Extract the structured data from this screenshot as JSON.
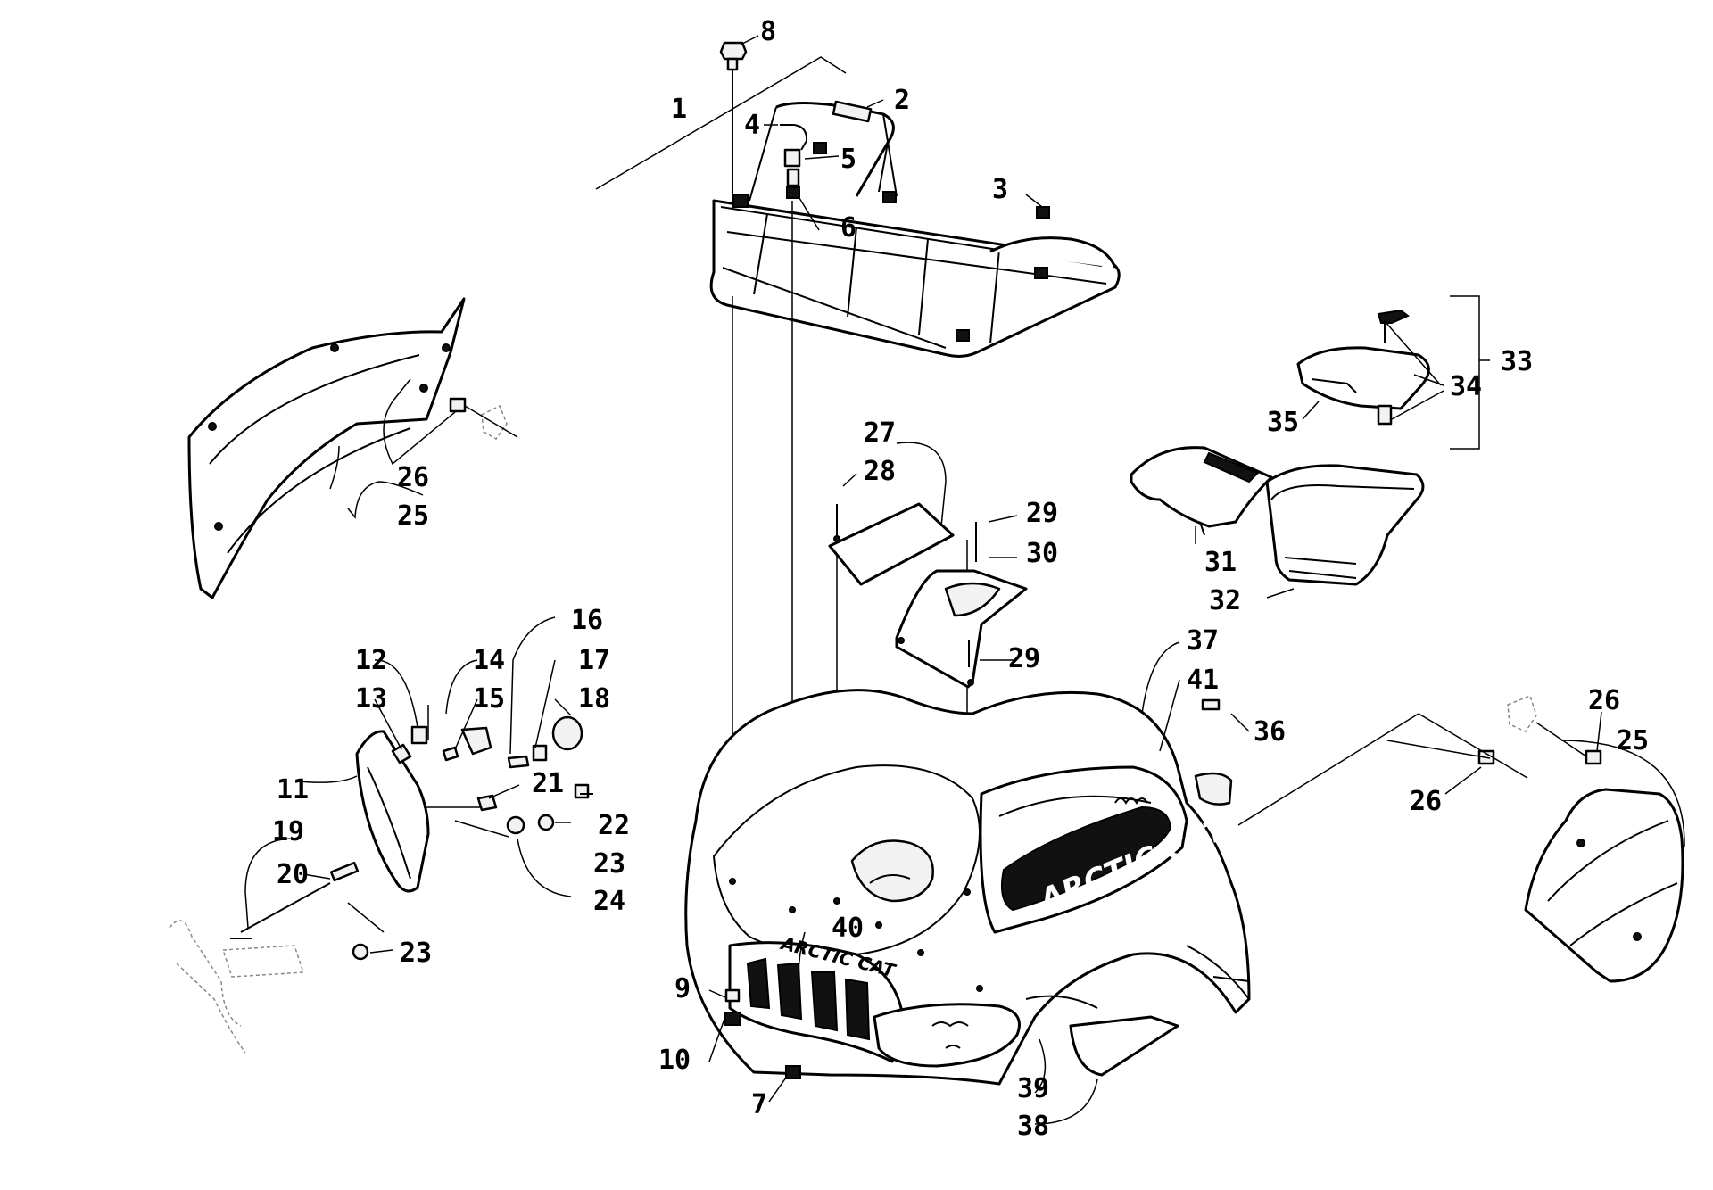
{
  "diagram": {
    "decal_text": "ARCTIC CAT",
    "grille_badge_text": "ARCTIC CAT",
    "callouts": [
      {
        "id": "c1",
        "label": "1"
      },
      {
        "id": "c2",
        "label": "2"
      },
      {
        "id": "c3",
        "label": "3"
      },
      {
        "id": "c4",
        "label": "4"
      },
      {
        "id": "c5",
        "label": "5"
      },
      {
        "id": "c6",
        "label": "6"
      },
      {
        "id": "c7",
        "label": "7"
      },
      {
        "id": "c8",
        "label": "8"
      },
      {
        "id": "c9",
        "label": "9"
      },
      {
        "id": "c10",
        "label": "10"
      },
      {
        "id": "c11",
        "label": "11"
      },
      {
        "id": "c12",
        "label": "12"
      },
      {
        "id": "c13",
        "label": "13"
      },
      {
        "id": "c14",
        "label": "14"
      },
      {
        "id": "c15",
        "label": "15"
      },
      {
        "id": "c16",
        "label": "16"
      },
      {
        "id": "c17",
        "label": "17"
      },
      {
        "id": "c18",
        "label": "18"
      },
      {
        "id": "c19",
        "label": "19"
      },
      {
        "id": "c20",
        "label": "20"
      },
      {
        "id": "c21",
        "label": "21"
      },
      {
        "id": "c22",
        "label": "22"
      },
      {
        "id": "c23a",
        "label": "23"
      },
      {
        "id": "c23b",
        "label": "23"
      },
      {
        "id": "c24",
        "label": "24"
      },
      {
        "id": "c25a",
        "label": "25"
      },
      {
        "id": "c25b",
        "label": "25"
      },
      {
        "id": "c26a",
        "label": "26"
      },
      {
        "id": "c26b",
        "label": "26"
      },
      {
        "id": "c26c",
        "label": "26"
      },
      {
        "id": "c27",
        "label": "27"
      },
      {
        "id": "c28",
        "label": "28"
      },
      {
        "id": "c29a",
        "label": "29"
      },
      {
        "id": "c29b",
        "label": "29"
      },
      {
        "id": "c30",
        "label": "30"
      },
      {
        "id": "c31",
        "label": "31"
      },
      {
        "id": "c32",
        "label": "32"
      },
      {
        "id": "c33",
        "label": "33"
      },
      {
        "id": "c34",
        "label": "34"
      },
      {
        "id": "c35",
        "label": "35"
      },
      {
        "id": "c36",
        "label": "36"
      },
      {
        "id": "c37",
        "label": "37"
      },
      {
        "id": "c38",
        "label": "38"
      },
      {
        "id": "c39",
        "label": "39"
      },
      {
        "id": "c40",
        "label": "40"
      },
      {
        "id": "c41",
        "label": "41"
      }
    ]
  }
}
